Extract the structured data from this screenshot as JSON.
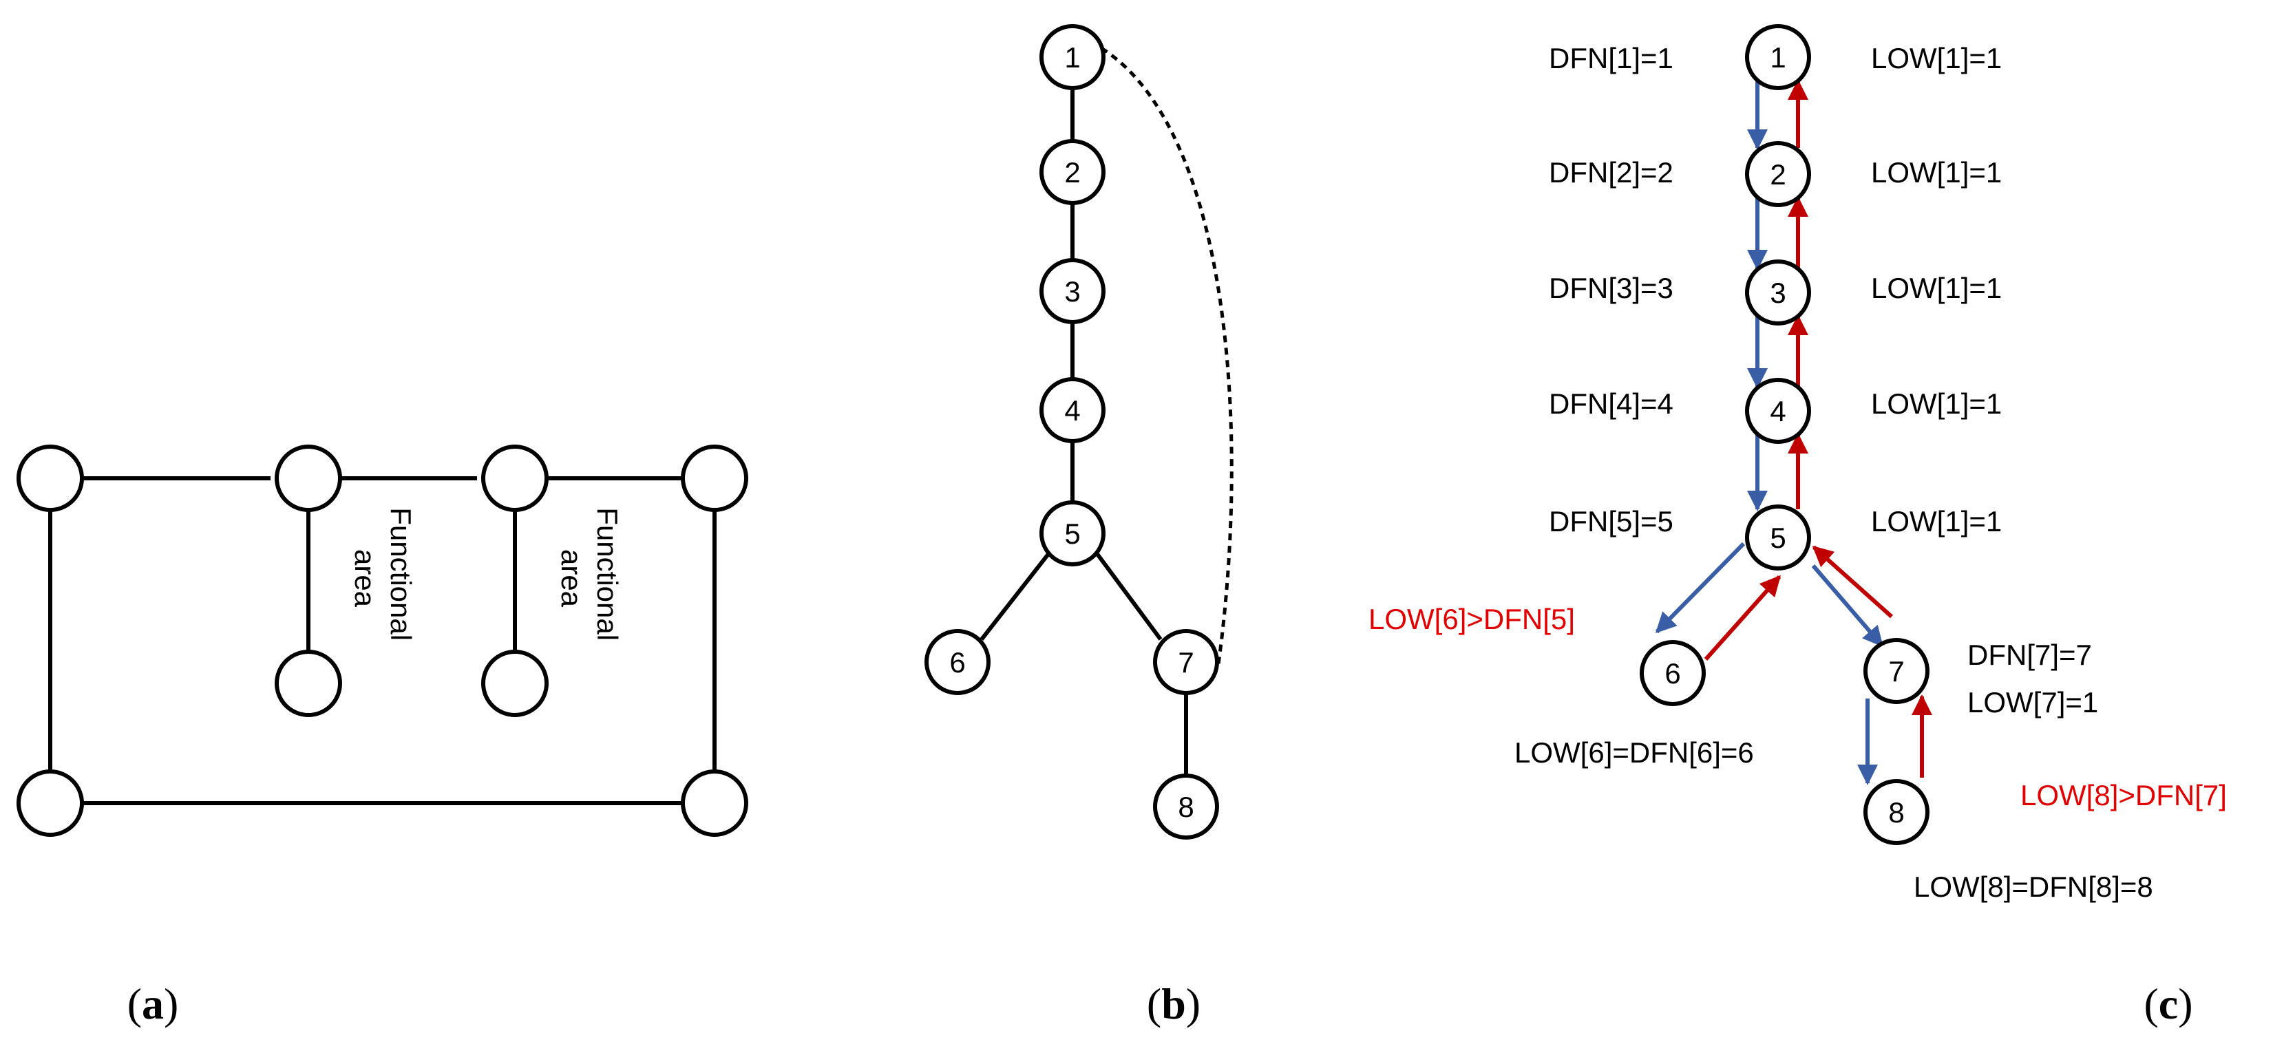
{
  "colors": {
    "stroke": "#000000",
    "blue_arrow": "#3a5ea6",
    "red_arrow": "#c00000",
    "red_text": "#e00000"
  },
  "panel_a": {
    "label_open": "(",
    "label_letter": "a",
    "label_close": ")",
    "area_left": {
      "line1": "Functional",
      "line2": "area"
    },
    "area_right": {
      "line1": "Functional",
      "line2": "area"
    }
  },
  "panel_b": {
    "label_open": "(",
    "label_letter": "b",
    "label_close": ")",
    "nodes": [
      "1",
      "2",
      "3",
      "4",
      "5",
      "6",
      "7",
      "8"
    ]
  },
  "panel_c": {
    "label_open": "(",
    "label_letter": "c",
    "label_close": ")",
    "nodes": [
      "1",
      "2",
      "3",
      "4",
      "5",
      "6",
      "7",
      "8"
    ],
    "dfn_labels": [
      "DFN[1]=1",
      "DFN[2]=2",
      "DFN[3]=3",
      "DFN[4]=4",
      "DFN[5]=5"
    ],
    "low_labels": [
      "LOW[1]=1",
      "LOW[1]=1",
      "LOW[1]=1",
      "LOW[1]=1",
      "LOW[1]=1"
    ],
    "node7_dfn": "DFN[7]=7",
    "node7_low": "LOW[7]=1",
    "node6_eq": "LOW[6]=DFN[6]=6",
    "node8_eq": "LOW[8]=DFN[8]=8",
    "cond6": "LOW[6]>DFN[5]",
    "cond8": "LOW[8]>DFN[7]"
  }
}
